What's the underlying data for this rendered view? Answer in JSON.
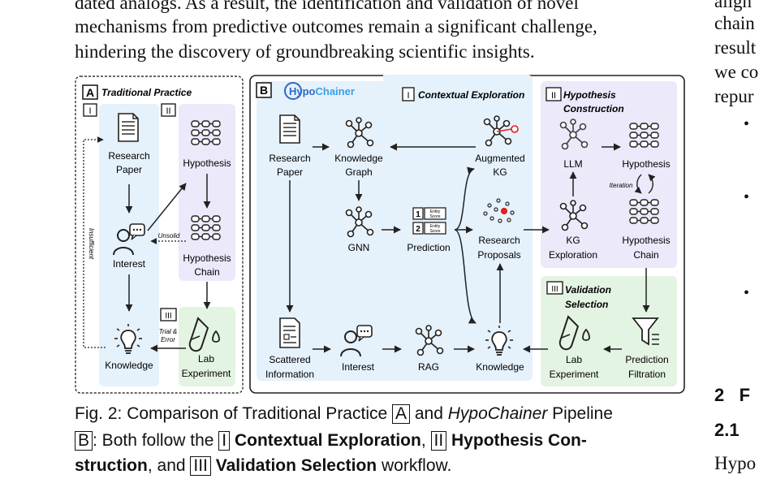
{
  "body_text": {
    "line1": "dated analogs. As a result, the identification and validation of novel",
    "line2": "mechanisms from predictive outcomes remain a significant challenge,",
    "line3": "hindering the discovery of groundbreaking scientific insights."
  },
  "right_column": {
    "lines": [
      "align",
      "chain",
      "result",
      "we co",
      "repur"
    ],
    "bullets": [
      "•",
      "•",
      "•"
    ],
    "section_num": "2",
    "section_title_initial": "F",
    "subsection": "2.1",
    "bottom_line": "Hypo"
  },
  "figure": {
    "panel_a": {
      "badge": "A",
      "title": "Traditional Practice",
      "roman_1": "I",
      "roman_2": "II",
      "roman_3": "III",
      "research_paper": [
        "Research",
        "Paper"
      ],
      "hypothesis": "Hypothesis",
      "hypothesis_chain": [
        "Hypothesis",
        "Chain"
      ],
      "interest": "Interest",
      "knowledge": "Knowledge",
      "lab_experiment": [
        "Lab",
        "Experiment"
      ],
      "insufficient": "Insufficient",
      "unsolid": "Unsolid",
      "trial_error": [
        "Trial &",
        "Error"
      ]
    },
    "panel_b": {
      "badge": "B",
      "logo_prefix": "Hypo",
      "logo_suffix": "Chainer",
      "section1_num": "I",
      "section1_title": "Contextual Exploration",
      "section2_num": "II",
      "section2_title": [
        "Hypothesis",
        "Construction"
      ],
      "section3_num": "III",
      "section3_title": [
        "Validation",
        "Selection"
      ],
      "research_paper": [
        "Research",
        "Paper"
      ],
      "knowledge_graph": [
        "Knowledge",
        "Graph"
      ],
      "augmented_kg": [
        "Augmented",
        "KG"
      ],
      "gnn": "GNN",
      "prediction": "Prediction",
      "pred_badge_1": "1",
      "pred_badge_2": "2",
      "entity": "Entity",
      "score": "Score",
      "research_proposals": [
        "Research",
        "Proposals"
      ],
      "llm": "LLM",
      "hypothesis": "Hypothesis",
      "iteration": "Iteration",
      "kg_exploration": [
        "KG",
        "Exploration"
      ],
      "hypothesis_chain": [
        "Hypothesis",
        "Chain"
      ],
      "scattered_information": [
        "Scattered",
        "Information"
      ],
      "interest": "Interest",
      "rag": "RAG",
      "knowledge": "Knowledge",
      "lab_experiment": [
        "Lab",
        "Experiment"
      ],
      "prediction_filtration": [
        "Prediction",
        "Filtration"
      ]
    }
  },
  "caption": {
    "line1_prefix": "Fig. 2: Comparison of Traditional Practice ",
    "box_a": "A",
    "line1_and": " and ",
    "line1_italic": "HypoChainer",
    "line1_suffix": " Pipeline",
    "box_b": "B",
    "line2_a": ": Both follow the ",
    "box_1": "I",
    "line2_ce": "Contextual Exploration",
    "line2_comma": ", ",
    "box_2": "II",
    "line2_hc": "Hypothesis Con-",
    "line3_a": "struction",
    "line3_b": ", and ",
    "box_3": "III",
    "line3_vs": "Validation Selection",
    "line3_c": " workflow."
  },
  "colors": {
    "blue_panel": "#e5f1fb",
    "purple_panel": "#ece9fa",
    "green_panel": "#e4f4e2",
    "logo_blue": "#2c69c9",
    "red_node": "#e02020"
  }
}
